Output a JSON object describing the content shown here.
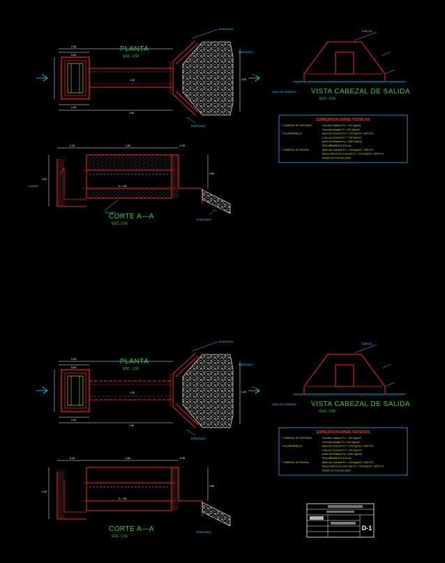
{
  "sheets": [
    {
      "planta_title": "PLANTA",
      "planta_scale": "ESC. 1:50",
      "vista_title": "VISTA CABEZAL DE SALIDA",
      "vista_scale": "ESC. 1:50",
      "corte_title": "CORTE A—A",
      "corte_scale": "ESC. 1:50",
      "spec_title": "ESPECIFICACIONES TECNICAS",
      "spec_lines": [
        {
          "head": "* CABEZAL DE ENTRADA:",
          "text": "Concreto Ciclopeo F'c = 100 Kg/cm2"
        },
        {
          "head": "",
          "text": "Concreto Armado F'c = 210 Kg/cm2"
        },
        {
          "head": "* ALCANTARILLA:",
          "text": "Base con Concreto F'c = 175 Kg/cm2 + 30% P.G."
        },
        {
          "head": "",
          "text": "Losa con Concreto F'c = 210 Kg/cm2"
        },
        {
          "head": "",
          "text": "Acero de Refuerzo Fy = 4200 Kg/cm2"
        },
        {
          "head": "",
          "text": "RECUBRIMIENTO 4.00 cm."
        },
        {
          "head": "* CABEZAL DE SALIDA:",
          "text": "Base con Concreto F'c = 140 Kg/cm2 + 30% P.G."
        },
        {
          "head": "",
          "text": "Muros y Aleros con Concreto F'c = 140 Kg/cm2 + 30% P.G."
        },
        {
          "head": "",
          "text": "Solado con Concreto pobre"
        }
      ]
    },
    {
      "planta_title": "PLANTA",
      "planta_scale": "ESC. 1:50",
      "vista_title": "VISTA CABEZAL DE SALIDA",
      "vista_scale": "ESC. 1:50",
      "corte_title": "CORTE A—A",
      "corte_scale": "ESC. 1:50",
      "spec_title": "ESPECIFICACIONES TECNICAS",
      "spec_lines": [
        {
          "head": "* CABEZAL DE ENTRADA:",
          "text": "Concreto Ciclopeo F'c = 100 Kg/cm2"
        },
        {
          "head": "",
          "text": "Concreto Armado F'c = 210 Kg/cm2"
        },
        {
          "head": "* ALCANTARILLA:",
          "text": "Base con Concreto F'c = 175 Kg/cm2 + 30% P.G."
        },
        {
          "head": "",
          "text": "Losa con Concreto F'c = 210 Kg/cm2"
        },
        {
          "head": "",
          "text": "Acero de Refuerzo Fy = 4200 Kg/cm2"
        },
        {
          "head": "",
          "text": "RECUBRIMIENTO 4.00 cm."
        },
        {
          "head": "* CABEZAL DE SALIDA:",
          "text": "Base con Concreto F'c = 140 Kg/cm2 + 30% P.G."
        },
        {
          "head": "",
          "text": "Muros y Aleros con Concreto F'c = 140 Kg/cm2 + 30% P.G."
        },
        {
          "head": "",
          "text": "Solado con Concreto pobre"
        }
      ]
    }
  ],
  "dimensions": {
    "d015": "0.15",
    "d060": "0.60",
    "d080": "0.80",
    "d140": "1.40",
    "d040": "0.40",
    "d100": "1.00",
    "d160": "1.60",
    "d120": "1.20",
    "d025": "0.25"
  },
  "labels": {
    "section_mark": "A",
    "ground": "NIVEL DE TERRENO",
    "rubble": "ENROCADO",
    "slope": "S = 2%"
  },
  "title_block": {
    "code": "D-1"
  },
  "colors": {
    "background": "#000000",
    "structure": "#ff2222",
    "dimension": "#ffffff",
    "title": "#22cc44",
    "label": "#33ccff",
    "spec_text": "#dddd44"
  }
}
